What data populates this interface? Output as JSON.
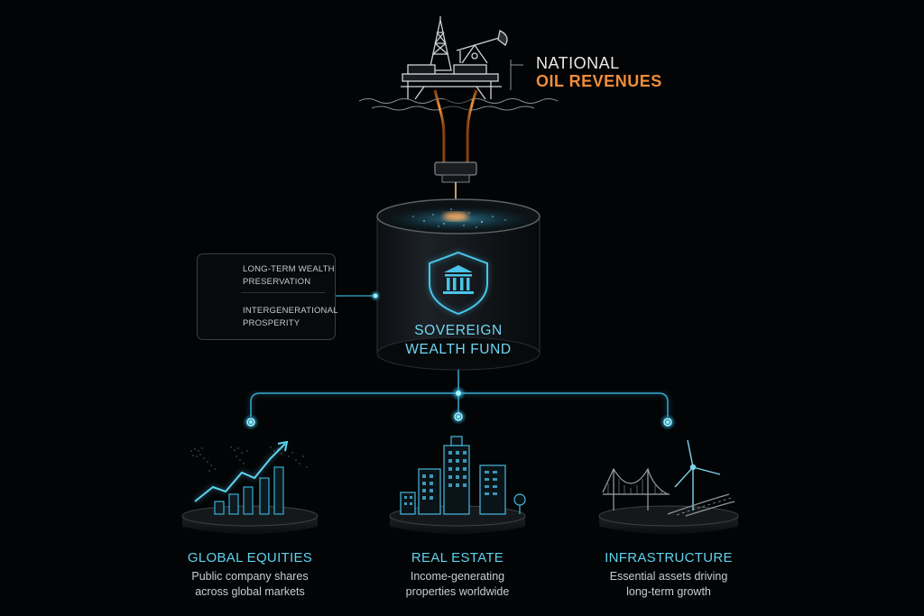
{
  "header": {
    "line1": "NATIONAL",
    "line2": "OIL REVENUES"
  },
  "fund": {
    "line1": "SOVEREIGN",
    "line2": "WEALTH FUND"
  },
  "callout": {
    "item1_line1": "LONG-TERM WEALTH",
    "item1_line2": "PRESERVATION",
    "item2_line1": "INTERGENERATIONAL",
    "item2_line2": "PROSPERITY"
  },
  "categories": [
    {
      "title": "GLOBAL EQUITIES",
      "desc1": "Public company shares",
      "desc2": "across global markets"
    },
    {
      "title": "REAL ESTATE",
      "desc1": "Income-generating",
      "desc2": "properties worldwide"
    },
    {
      "title": "INFRASTRUCTURE",
      "desc1": "Essential assets driving",
      "desc2": "long-term growth"
    }
  ],
  "colors": {
    "accent": "#5fd3f0",
    "oil": "#ef8d3a",
    "background": "#030405"
  },
  "icons": [
    "oil-rig-icon",
    "pumpjack-icon",
    "shield-check-icon",
    "bank-shield-icon",
    "rising-chart-icon",
    "city-buildings-icon",
    "bridge-icon",
    "wind-turbine-icon"
  ]
}
